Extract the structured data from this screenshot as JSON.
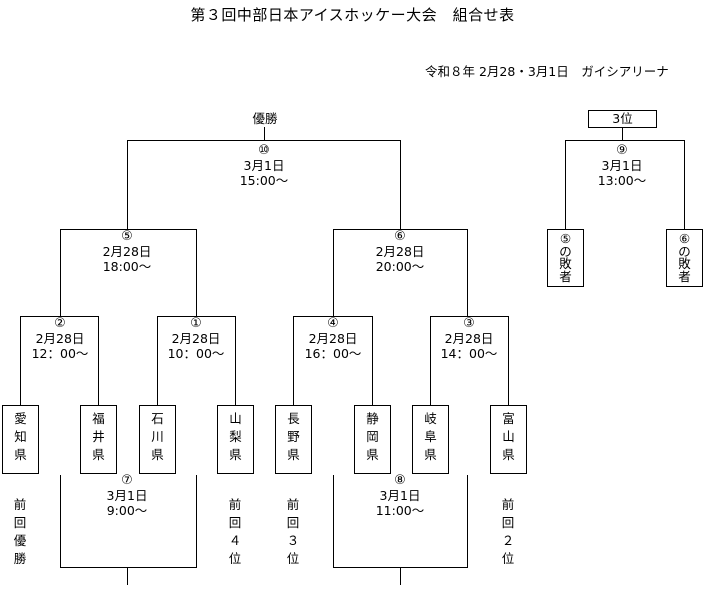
{
  "title": "第３回中部日本アイスホッケー大会　組合せ表",
  "dateline": "令和８年 2月28・3月1日　ガイシアリーナ",
  "champion_label": "優勝",
  "third_place_label": "3位",
  "matches": {
    "m10": {
      "num": "⑩",
      "date": "3月1日",
      "time": "15:00～"
    },
    "m5": {
      "num": "⑤",
      "date": "2月28日",
      "time": "18:00～"
    },
    "m6": {
      "num": "⑥",
      "date": "2月28日",
      "time": "20:00～"
    },
    "m2": {
      "num": "②",
      "date": "2月28日",
      "time": "12：00～"
    },
    "m1": {
      "num": "①",
      "date": "2月28日",
      "time": "10：00～"
    },
    "m4": {
      "num": "④",
      "date": "2月28日",
      "time": "16：00～"
    },
    "m3": {
      "num": "③",
      "date": "2月28日",
      "time": "14：00～"
    },
    "m7": {
      "num": "⑦",
      "date": "3月1日",
      "time": "9:00～"
    },
    "m8": {
      "num": "⑧",
      "date": "3月1日",
      "time": "11:00～"
    },
    "m9": {
      "num": "⑨",
      "date": "3月1日",
      "time": "13:00～"
    }
  },
  "teams": [
    {
      "chars": [
        "愛",
        "知",
        "県"
      ]
    },
    {
      "chars": [
        "福",
        "井",
        "県"
      ]
    },
    {
      "chars": [
        "石",
        "川",
        "県"
      ]
    },
    {
      "chars": [
        "山",
        "梨",
        "県"
      ]
    },
    {
      "chars": [
        "長",
        "野",
        "県"
      ]
    },
    {
      "chars": [
        "静",
        "岡",
        "県"
      ]
    },
    {
      "chars": [
        "岐",
        "阜",
        "県"
      ]
    },
    {
      "chars": [
        "富",
        "山",
        "県"
      ]
    }
  ],
  "loser_boxes": [
    {
      "chars": [
        "⑤",
        "の",
        "敗",
        "者"
      ]
    },
    {
      "chars": [
        "⑥",
        "の",
        "敗",
        "者"
      ]
    }
  ],
  "notes": [
    {
      "chars": [
        "前",
        "回",
        "優",
        "勝"
      ]
    },
    {
      "chars": [
        "前",
        "回",
        "４",
        "位"
      ]
    },
    {
      "chars": [
        "前",
        "回",
        "３",
        "位"
      ]
    },
    {
      "chars": [
        "前",
        "回",
        "２",
        "位"
      ]
    }
  ]
}
